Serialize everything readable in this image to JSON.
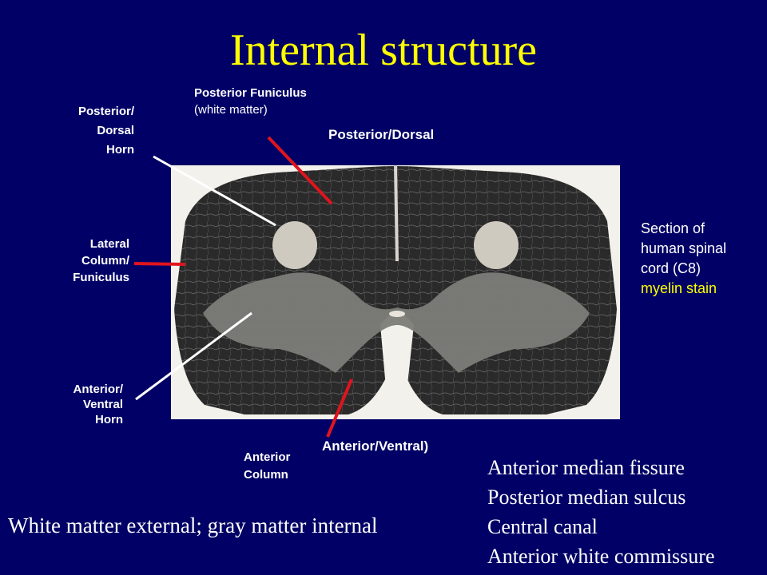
{
  "title": "Internal structure",
  "labels": {
    "posterior_dorsal_horn": [
      "Posterior/",
      "Dorsal",
      "Horn"
    ],
    "posterior_funiculus_bold": "Posterior Funiculus",
    "posterior_funiculus_rest": "(white matter)",
    "posterior_dorsal": "Posterior/Dorsal",
    "lateral_column": [
      "Lateral",
      "Column/",
      "Funiculus"
    ],
    "anterior_ventral_horn": [
      "Anterior/",
      "Ventral",
      "Horn"
    ],
    "anterior_column": [
      "Anterior",
      "Column"
    ],
    "anterior_ventral": "Anterior/Ventral)"
  },
  "caption": {
    "lines": [
      "Section of",
      "human spinal",
      "cord (C8)"
    ],
    "stain": "myelin stain"
  },
  "terms": [
    "Anterior median fissure",
    "Posterior median sulcus",
    "Central canal",
    "Anterior white commissure"
  ],
  "note": "White matter external;  gray matter internal",
  "colors": {
    "background": "#000066",
    "title": "#ffff00",
    "pointer_red": "#e0141e",
    "pointer_white": "#ffffff"
  }
}
